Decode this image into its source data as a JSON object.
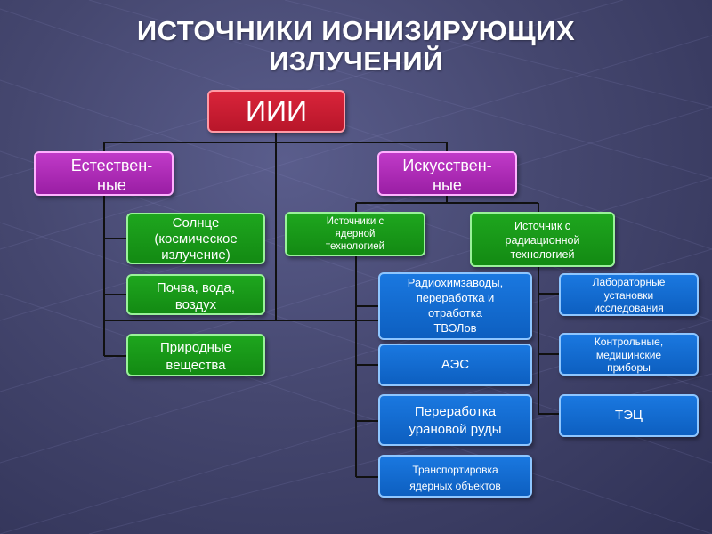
{
  "title": "ИСТОЧНИКИ ИОНИЗИРУЮЩИХ\nИЗЛУЧЕНИЙ",
  "root": {
    "label": "ИИИ"
  },
  "natural": {
    "label": "Естествен-\nные",
    "items": [
      "Солнце\n(космическое\nизлучение)",
      "Почва, вода,\nвоздух",
      "Природные\nвещества"
    ]
  },
  "artificial": {
    "label": "Искусствен-\nные",
    "nuclear": {
      "label": "Источники с\nядерной\nтехнологией",
      "items": [
        "Радиохимзаводы,\nпереработка и\nотработка\nТВЭЛов",
        "АЭС",
        "Переработка\nурановой руды",
        "Транспортировка\nядерных объектов"
      ]
    },
    "radiation": {
      "label": "Источник с\nрадиационной\nтехнологией",
      "items": [
        "Лабораторные\nустановки\nисследования",
        "Контрольные,\nмедицинские\nприборы",
        "ТЭЦ"
      ]
    }
  },
  "colors": {
    "root": "#c8203a",
    "category": "#b030bc",
    "subcategory": "#1a9a1a",
    "leaf": "#1668d0"
  }
}
